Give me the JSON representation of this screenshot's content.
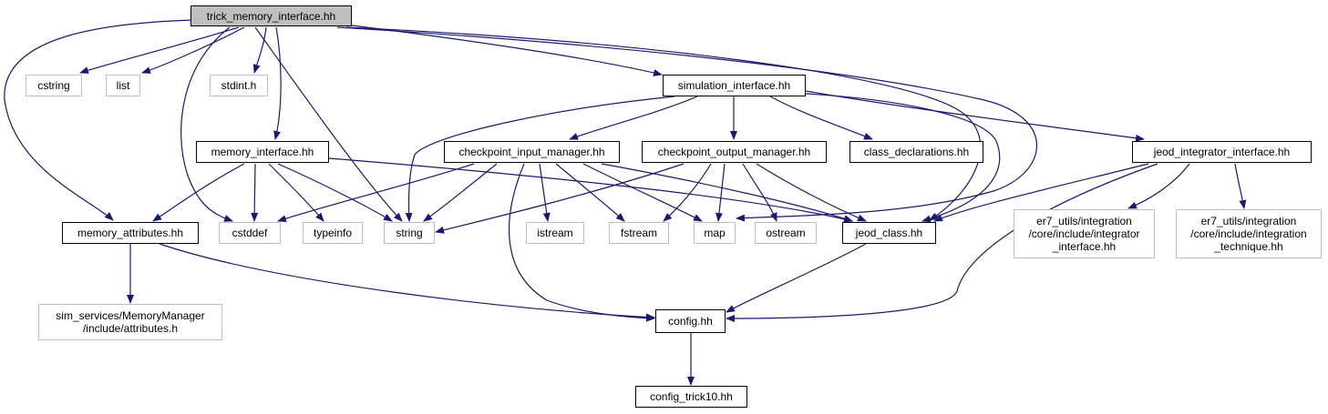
{
  "colors": {
    "edge": "#191970",
    "border": "#000000",
    "external_border": "#bfbfbf",
    "root_fill": "#bfbfbf"
  },
  "nodes": {
    "root": "trick_memory_interface.hh",
    "cstring": "cstring",
    "list": "list",
    "stdint": "stdint.h",
    "simulation_interface": "simulation_interface.hh",
    "memory_interface": "memory_interface.hh",
    "checkpoint_input_manager": "checkpoint_input_manager.hh",
    "checkpoint_output_manager": "checkpoint_output_manager.hh",
    "class_declarations": "class_declarations.hh",
    "jeod_integrator_interface": "jeod_integrator_interface.hh",
    "memory_attributes": "memory_attributes.hh",
    "cstddef": "cstddef",
    "typeinfo": "typeinfo",
    "string": "string",
    "istream": "istream",
    "fstream": "fstream",
    "map": "map",
    "ostream": "ostream",
    "jeod_class": "jeod_class.hh",
    "er7_integrator_interface": [
      "er7_utils/integration",
      "/core/include/integrator",
      "_interface.hh"
    ],
    "er7_integration_technique": [
      "er7_utils/integration",
      "/core/include/integration",
      "_technique.hh"
    ],
    "sim_services_attributes": [
      "sim_services/MemoryManager",
      "/include/attributes.h"
    ],
    "config": "config.hh",
    "config_trick10": "config_trick10.hh"
  }
}
